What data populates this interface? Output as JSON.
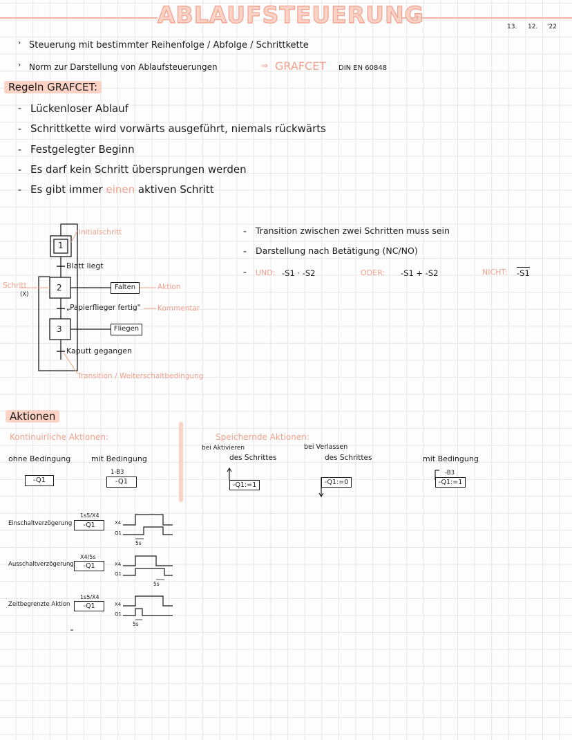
{
  "header": {
    "title": "ABLAUFSTEUERUNG",
    "date": [
      "13.",
      "12.",
      "'22"
    ]
  },
  "intro": {
    "line1": "Steuerung mit bestimmter Reihenfolge / Abfolge / Schrittkette",
    "line2_a": "Norm zur Darstellung von Ablaufsteuerungen",
    "line2_arrow": "⇒",
    "line2_b": "GRAFCET",
    "line2_c": "DIN EN 60848"
  },
  "rules": {
    "heading": "Regeln GRAFCET:",
    "items": [
      "Lückenloser Ablauf",
      "Schrittkette wird vorwärts ausgeführt, niemals rückwärts",
      "Festgelegter Beginn",
      "Es darf kein Schritt übersprungen werden"
    ],
    "last_a": "Es gibt immer",
    "last_b": "einen",
    "last_c": "aktiven Schritt"
  },
  "diagram": {
    "initial_label": "Initialschritt",
    "step1": "1",
    "trans1": "Blatt liegt",
    "step_label": "Schritt",
    "step_symbol": "(X)",
    "step2": "2",
    "action1": "Falten",
    "action_label": "Aktion",
    "trans2": "„Papierflieger fertig\"",
    "comment_label": "Kommentar",
    "step3": "3",
    "action2": "Fliegen",
    "trans3": "Kaputt gegangen",
    "transition_label": "Transition / Weiterschaltbedingung"
  },
  "notes": {
    "n1": "Transition zwischen zwei Schritten muss sein",
    "n2": "Darstellung nach Betätigung (NC/NO)",
    "und": "UND:",
    "und_val": "-S1 · -S2",
    "oder": "ODER:",
    "oder_val": "-S1 + -S2",
    "nicht": "NICHT:",
    "nicht_val": "-S1"
  },
  "actions": {
    "heading": "Aktionen",
    "continuous": "Kontinuirliche Aktionen:",
    "ohne": "ohne Bedingung",
    "mit": "mit Bedingung",
    "q1": "-Q1",
    "cond": "1-B3",
    "storing": "Speichernde Aktionen:",
    "aktivieren_a": "bei Aktivieren",
    "aktivieren_b": "des Schrittes",
    "verlassen_a": "bei Verlassen",
    "verlassen_b": "des Schrittes",
    "mit2": "mit Bedingung",
    "set": "-Q1:=1",
    "reset": "-Q1:=0",
    "cond2": "-B3",
    "set2": "-Q1:=1",
    "ein": "Einschaltverzögerung",
    "ein_cond": "1s5/X4",
    "aus": "Ausschaltverzögerung",
    "aus_cond": "X4/5s",
    "zeit": "Zeitbegrenzte Aktion",
    "zeit_cond": "1s5/X4",
    "x4": "X4",
    "q1s": "Q1",
    "five": "5s"
  }
}
